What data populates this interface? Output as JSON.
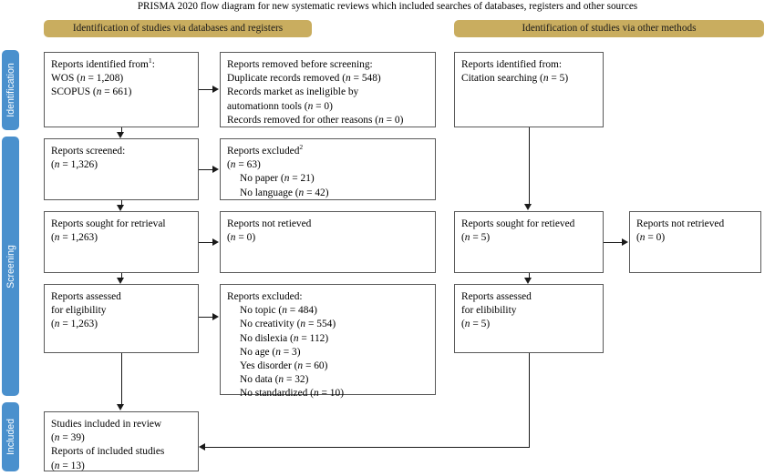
{
  "title": "PRISMA 2020 flow diagram for new systematic reviews which included searches of databases, registers and other sources",
  "colors": {
    "banner": "#c9ad5f",
    "phase_tab": "#4a90cd",
    "box_border": "#595959",
    "connector": "#1a1a1a",
    "background": "#ffffff"
  },
  "banners": {
    "databases": "Identification of studies via databases and registers",
    "other": "Identification of studies via other methods"
  },
  "phases": [
    {
      "label": "Identification"
    },
    {
      "label": "Screening"
    },
    {
      "label": "Included"
    }
  ],
  "boxes": {
    "identified": {
      "l1": "Reports identified from",
      "l1_sup": "1",
      "l1_tail": ":",
      "l2_label": "WOS (",
      "l2_n": "n",
      "l2_val": " = 1,208)",
      "l3_label": "SCOPUS (",
      "l3_n": "n",
      "l3_val": " = 661)"
    },
    "removed": {
      "l1": "Reports removed before screening:",
      "l2a": "Duplicate records removed (",
      "l2n": "n",
      "l2b": " = 548)",
      "l3a": "Records market as ineligible by",
      "l4a": "automationn tools (",
      "l4n": "n",
      "l4b": " = 0)",
      "l5a": "Records removed for other reasons (",
      "l5n": "n",
      "l5b": " = 0)"
    },
    "screened": {
      "l1": "Reports screened:",
      "l2a": "(",
      "l2n": "n",
      "l2b": " = 1,326)"
    },
    "excluded_screen": {
      "l1": "Reports excluded",
      "l1_sup": "2",
      "l2a": "(",
      "l2n": "n",
      "l2b": " = 63)",
      "items": [
        {
          "label": "No paper (",
          "n": "n",
          "val": " = 21)"
        },
        {
          "label": "No language (",
          "n": "n",
          "val": " = 42)"
        }
      ]
    },
    "sought": {
      "l1": "Reports sought for retrieval",
      "l2a": "(",
      "l2n": "n",
      "l2b": " = 1,263)"
    },
    "not_retrieved": {
      "l1": "Reports not retieved",
      "l2a": "(",
      "l2n": "n",
      "l2b": " = 0)"
    },
    "assessed": {
      "l1": "Reports assessed",
      "l2": "for eligibility",
      "l3a": "(",
      "l3n": "n",
      "l3b": " = 1,263)"
    },
    "excluded_elig": {
      "l1": "Reports excluded:",
      "items": [
        {
          "label": "No topic (",
          "n": "n",
          "val": " = 484)"
        },
        {
          "label": "No creativity (",
          "n": "n",
          "val": " = 554)"
        },
        {
          "label": "No dislexia (",
          "n": "n",
          "val": " = 112)"
        },
        {
          "label": "No age (",
          "n": "n",
          "val": " = 3)"
        },
        {
          "label": "Yes disorder (",
          "n": "n",
          "val": " = 60)"
        },
        {
          "label": "No data (",
          "n": "n",
          "val": " = 32)"
        },
        {
          "label": "No standardized (",
          "n": "n",
          "val": " = 10)"
        }
      ]
    },
    "included": {
      "l1": "Studies included in review",
      "l2a": "(",
      "l2n": "n",
      "l2b": " = 39)",
      "l3": "Reports of included studies",
      "l4a": "(",
      "l4n": "n",
      "l4b": " = 13)"
    },
    "other_identified": {
      "l1": "Reports identified from:",
      "l2a": "Citation searching (",
      "l2n": "n",
      "l2b": " = 5)"
    },
    "other_sought": {
      "l1": "Reports sought for retieved",
      "l2a": "(",
      "l2n": "n",
      "l2b": " = 5)"
    },
    "other_not_retrieved": {
      "l1": "Reports not retrieved",
      "l2a": "(",
      "l2n": "n",
      "l2b": " = 0)"
    },
    "other_assessed": {
      "l1": "Reports assessed",
      "l2": "for elibibility",
      "l3a": "(",
      "l3n": "n",
      "l3b": " = 5)"
    }
  }
}
